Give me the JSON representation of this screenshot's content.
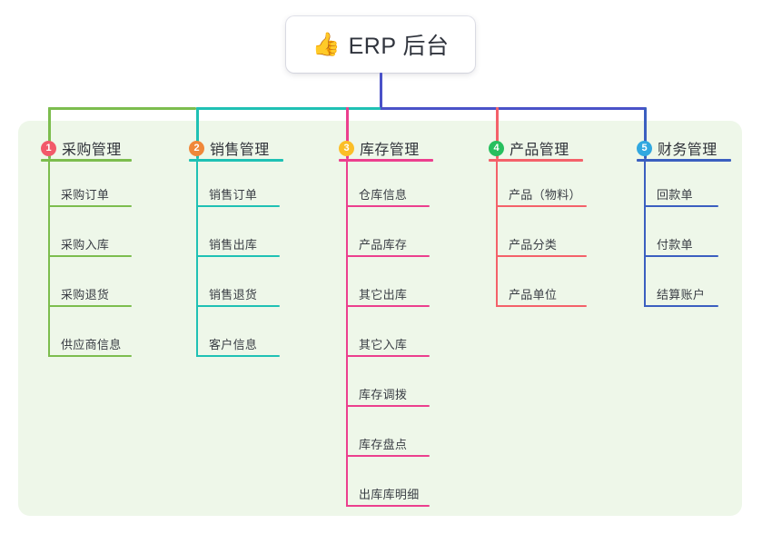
{
  "diagram": {
    "type": "mindmap-tree",
    "canvas": {
      "background": "#eef7e9"
    },
    "root": {
      "icon": "thumbs-up-icon",
      "emoji": "👍",
      "title": "ERP 后台",
      "connector_color": "#4a52c8"
    },
    "branches": [
      {
        "index": "1",
        "badge_number": "①",
        "badge_label": "1",
        "title": "采购管理",
        "badge_color": "#f2596a",
        "line_color": "#7cbd4e",
        "children": [
          {
            "label": "采购订单"
          },
          {
            "label": "采购入库"
          },
          {
            "label": "采购退货"
          },
          {
            "label": "供应商信息"
          }
        ]
      },
      {
        "index": "2",
        "badge_number": "②",
        "badge_label": "2",
        "title": "销售管理",
        "badge_color": "#f0883a",
        "line_color": "#1fc1b4",
        "children": [
          {
            "label": "销售订单"
          },
          {
            "label": "销售出库"
          },
          {
            "label": "销售退货"
          },
          {
            "label": "客户信息"
          }
        ]
      },
      {
        "index": "3",
        "badge_number": "③",
        "badge_label": "3",
        "title": "库存管理",
        "badge_color": "#fbbe28",
        "line_color": "#ec3f8e",
        "children": [
          {
            "label": "仓库信息"
          },
          {
            "label": "产品库存"
          },
          {
            "label": "其它出库"
          },
          {
            "label": "其它入库"
          },
          {
            "label": "库存调拨"
          },
          {
            "label": "库存盘点"
          },
          {
            "label": "出库库明细"
          }
        ]
      },
      {
        "index": "4",
        "badge_number": "④",
        "badge_label": "4",
        "title": "产品管理",
        "badge_color": "#27bf5e",
        "line_color": "#f4616a",
        "children": [
          {
            "label": "产品（物料）"
          },
          {
            "label": "产品分类"
          },
          {
            "label": "产品单位"
          }
        ]
      },
      {
        "index": "5",
        "badge_number": "⑤",
        "badge_label": "5",
        "title": "财务管理",
        "badge_color": "#31a8e0",
        "line_color": "#3b5fc0",
        "children": [
          {
            "label": "回款单"
          },
          {
            "label": "付款单"
          },
          {
            "label": "结算账户"
          }
        ]
      }
    ]
  }
}
